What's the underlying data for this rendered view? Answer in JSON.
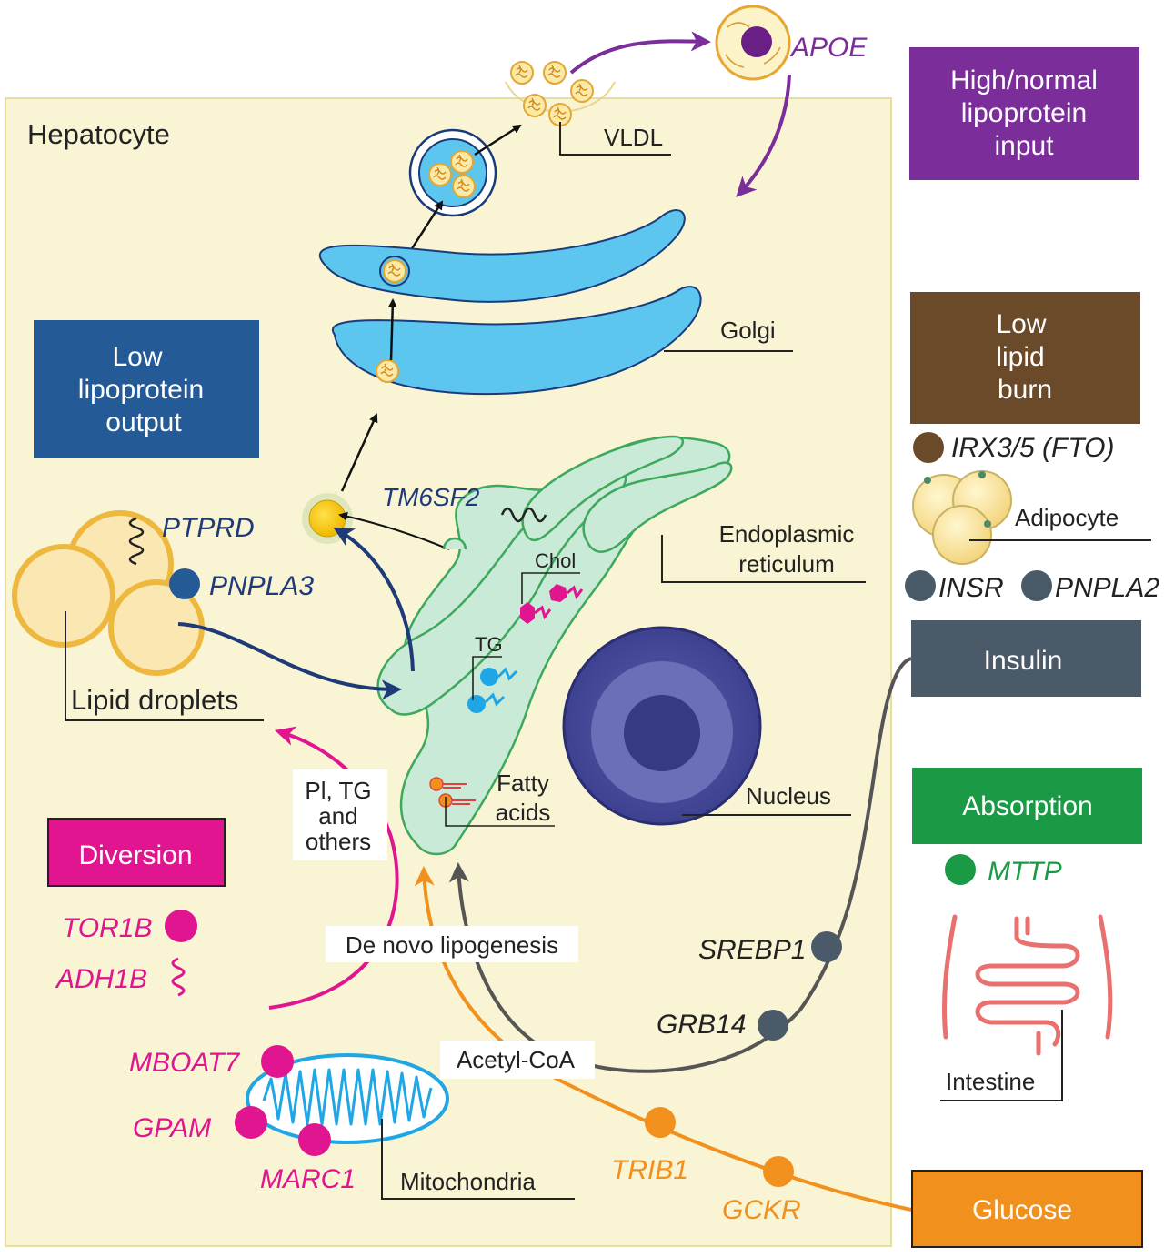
{
  "cell": {
    "label": "Hepatocyte"
  },
  "boxes": {
    "high_normal_input": {
      "lines": [
        "High/normal",
        "lipoprotein",
        "input"
      ],
      "color": "#7b2d9a"
    },
    "low_lipid_burn": {
      "lines": [
        "Low",
        "lipid",
        "burn"
      ],
      "color": "#6b4a2a"
    },
    "low_output": {
      "lines": [
        "Low",
        "lipoprotein",
        "output"
      ],
      "color": "#245a96"
    },
    "insulin": {
      "lines": [
        "Insulin"
      ],
      "color": "#4a5a68"
    },
    "absorption": {
      "lines": [
        "Absorption"
      ],
      "color": "#1a9a45"
    },
    "diversion": {
      "lines": [
        "Diversion"
      ],
      "color": "#e0158f"
    },
    "glucose": {
      "lines": [
        "Glucose"
      ],
      "color": "#f2901e"
    }
  },
  "organelles": {
    "vldl": "VLDL",
    "golgi": "Golgi",
    "er": [
      "Endoplasmic",
      "reticulum"
    ],
    "nucleus": "Nucleus",
    "lipid_droplets": "Lipid droplets",
    "mitochondria": "Mitochondria",
    "adipocyte": "Adipocyte",
    "intestine": "Intestine"
  },
  "molecules": {
    "chol": "Chol",
    "tg": "TG",
    "fatty_acids": [
      "Fatty",
      "acids"
    ],
    "pl_tg": [
      "Pl, TG",
      "and",
      "others"
    ],
    "de_novo": "De novo lipogenesis",
    "acetyl_coa": "Acetyl-CoA"
  },
  "genes": {
    "apoe": "APOE",
    "tm6sf2": "TM6SF2",
    "ptprd": "PTPRD",
    "pnpla3": "PNPLA3",
    "irx": "IRX3/5 (FTO)",
    "insr": "INSR",
    "pnpla2": "PNPLA2",
    "mttp": "MTTP",
    "srebp1": "SREBP1",
    "grb14": "GRB14",
    "tor1b": "TOR1B",
    "adh1b": "ADH1B",
    "mboat7": "MBOAT7",
    "gpam": "GPAM",
    "marc1": "MARC1",
    "trib1": "TRIB1",
    "gckr": "GCKR"
  },
  "colors": {
    "cell_fill": "#f8f4d4",
    "golgi": "#5cc6ee",
    "er_fill": "#c9ead6",
    "er_stroke": "#3ea85c",
    "nucleus": "#4b4f9c",
    "lipid": "#eeb83e",
    "pink": "#e0158f",
    "orange": "#f2901e",
    "navy": "#1f3a78",
    "purple": "#7b2d9a",
    "grey": "#4a5a68",
    "brown": "#6b4a2a",
    "green": "#1a9a45"
  }
}
